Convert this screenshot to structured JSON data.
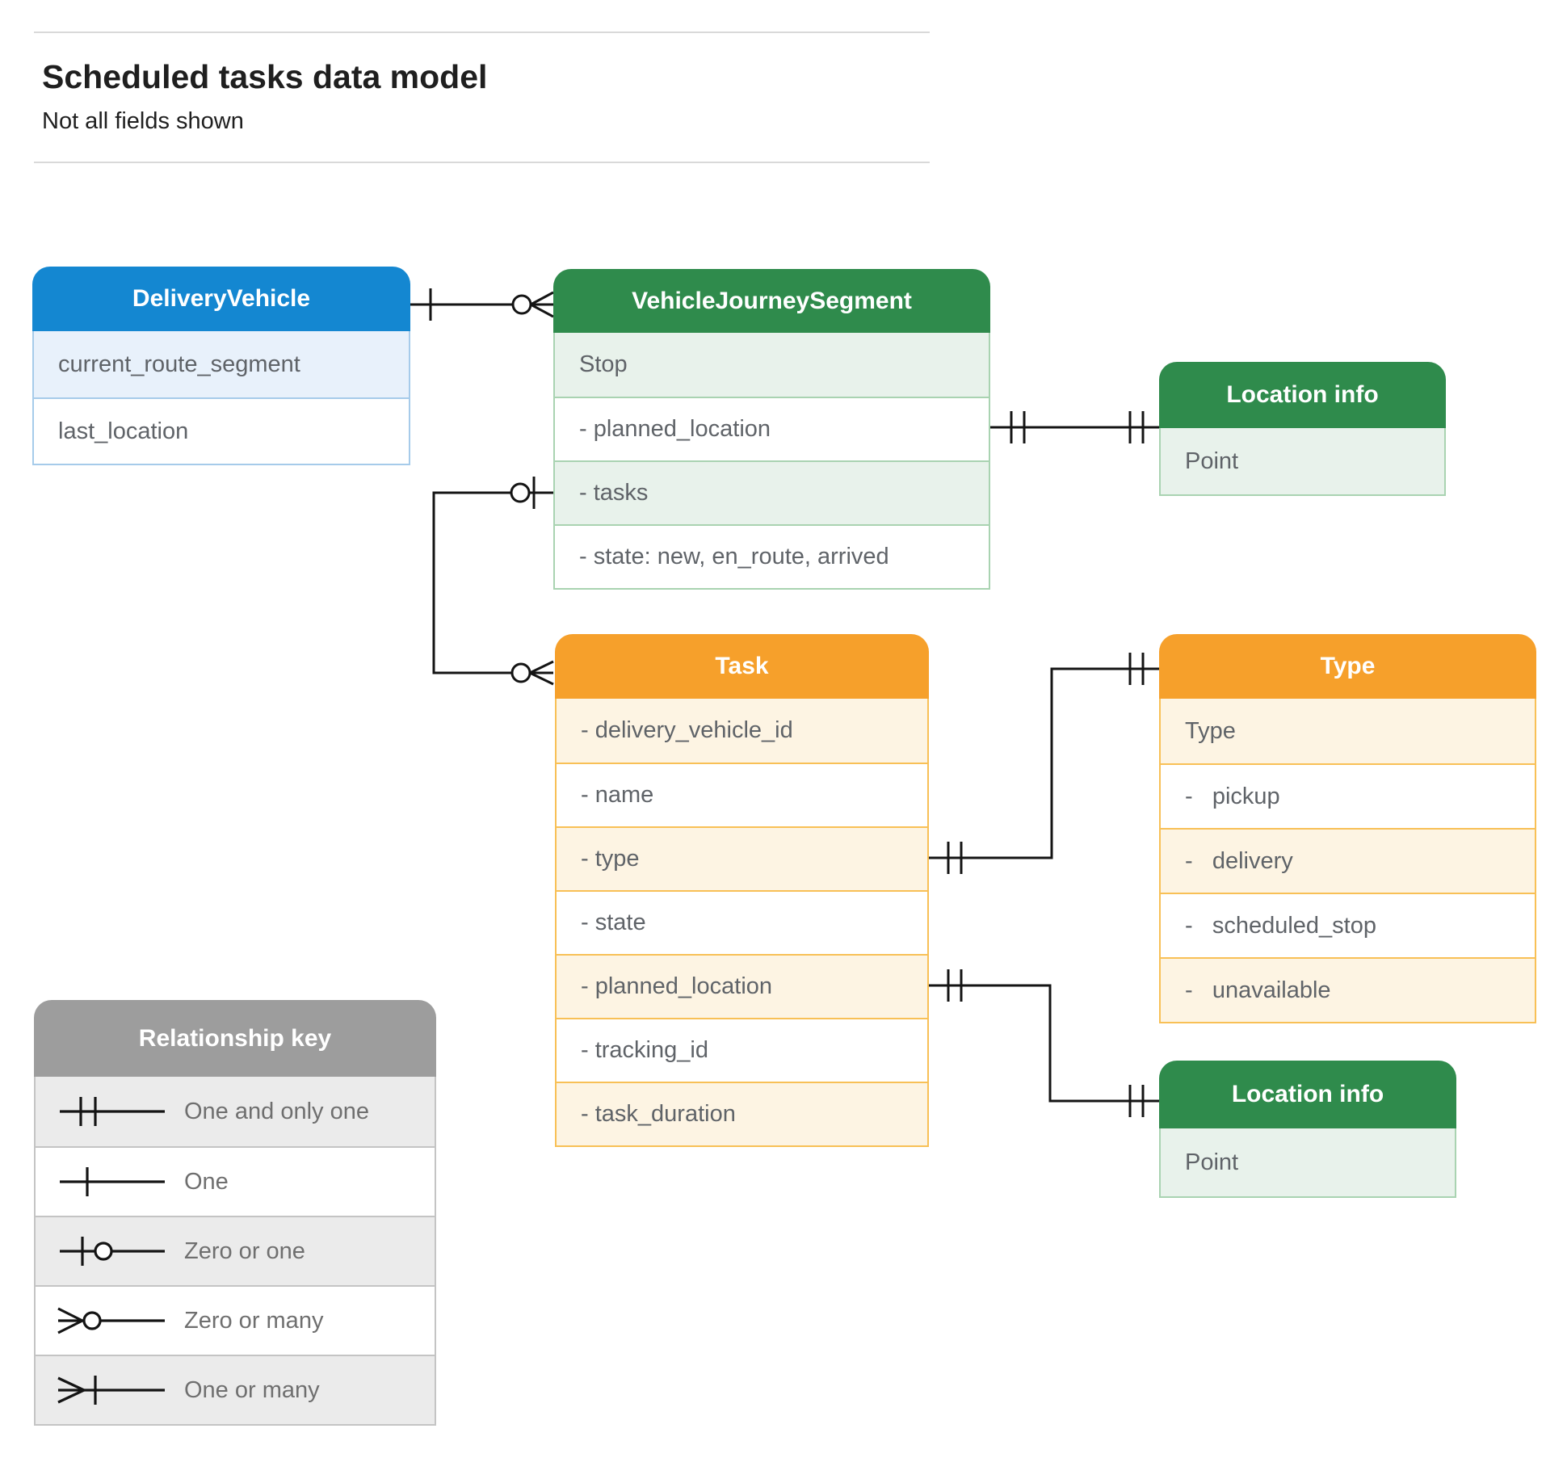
{
  "page": {
    "title": "Scheduled tasks data model",
    "subtitle": "Not all fields shown"
  },
  "tables": {
    "delivery_vehicle": {
      "title": "DeliveryVehicle",
      "rows": [
        "current_route_segment",
        "last_location"
      ]
    },
    "vehicle_journey_segment": {
      "title": "VehicleJourneySegment",
      "rows": [
        "Stop",
        "- planned_location",
        "- tasks",
        "- state: new, en_route, arrived"
      ]
    },
    "location_info_top": {
      "title": "Location info",
      "rows": [
        "Point"
      ]
    },
    "task": {
      "title": "Task",
      "rows": [
        "- delivery_vehicle_id",
        "- name",
        "- type",
        "- state",
        "- planned_location",
        "- tracking_id",
        "- task_duration"
      ]
    },
    "type": {
      "title": "Type",
      "rows": [
        "Type",
        "-   pickup",
        "-   delivery",
        "-   scheduled_stop",
        "-   unavailable"
      ]
    },
    "location_info_bottom": {
      "title": "Location info",
      "rows": [
        "Point"
      ]
    }
  },
  "legend": {
    "title": "Relationship key",
    "items": [
      {
        "symbol": "one-and-only-one",
        "label": "One and only one"
      },
      {
        "symbol": "one",
        "label": "One"
      },
      {
        "symbol": "zero-or-one",
        "label": "Zero or one"
      },
      {
        "symbol": "zero-or-many",
        "label": "Zero or many"
      },
      {
        "symbol": "one-or-many",
        "label": "One or many"
      }
    ]
  },
  "relationships": [
    {
      "from": "DeliveryVehicle",
      "to": "VehicleJourneySegment",
      "from_cardinality": "one",
      "to_cardinality": "zero or many"
    },
    {
      "from": "VehicleJourneySegment.planned_location",
      "to": "Location info",
      "from_cardinality": "one and only one",
      "to_cardinality": "one and only one"
    },
    {
      "from": "VehicleJourneySegment.tasks",
      "to": "Task",
      "from_cardinality": "zero or one",
      "to_cardinality": "zero or many"
    },
    {
      "from": "Task.type",
      "to": "Type",
      "from_cardinality": "one and only one",
      "to_cardinality": "one and only one"
    },
    {
      "from": "Task.planned_location",
      "to": "Location info",
      "from_cardinality": "one and only one",
      "to_cardinality": "one and only one"
    }
  ],
  "colors": {
    "blue_header": "#1487d1",
    "blue_tint": "#e8f1fb",
    "blue_border": "#a6cbea",
    "green_header": "#2f8b4c",
    "green_tint": "#e8f2eb",
    "green_border": "#a9d3b1",
    "orange_header": "#f6a02b",
    "orange_tint": "#fdf4e3",
    "orange_border": "#f8c056",
    "gray_header": "#9d9d9d",
    "gray_tint": "#ebebeb",
    "gray_border": "#c4c4c4",
    "row_text": "#5f6368",
    "title_text": "#1f1f1f",
    "connector": "#141414",
    "hairline": "#d9d9d9"
  }
}
